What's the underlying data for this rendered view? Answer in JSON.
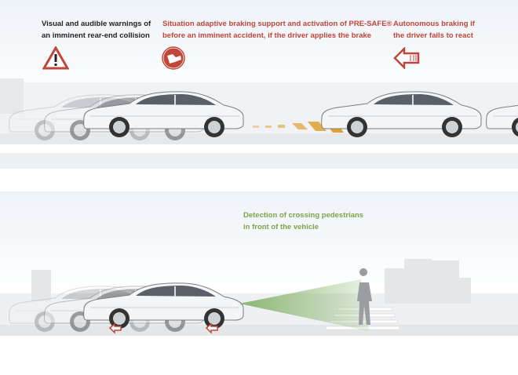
{
  "top_panel": {
    "captions": [
      {
        "line1": "Visual and audible warnings of",
        "line2": "an imminent rear-end collision",
        "icon": "warning-triangle-icon"
      },
      {
        "line1": "Situation adaptive braking support and activation of PRE-SAFE®",
        "line2": "before an imminent accident, if the driver applies the brake",
        "icon": "brake-assist-icon"
      },
      {
        "line1": "Autonomous braking if",
        "line2": "the driver fails to react",
        "icon": "left-arrow-icon"
      }
    ]
  },
  "bottom_panel": {
    "caption": {
      "line1": "Detection of crossing pedestrians",
      "line2": "in front of the vehicle"
    }
  },
  "colors": {
    "red": "#c0463a",
    "green": "#7fa24a",
    "orange": "#e0a030",
    "road": "#e4e6e8"
  }
}
